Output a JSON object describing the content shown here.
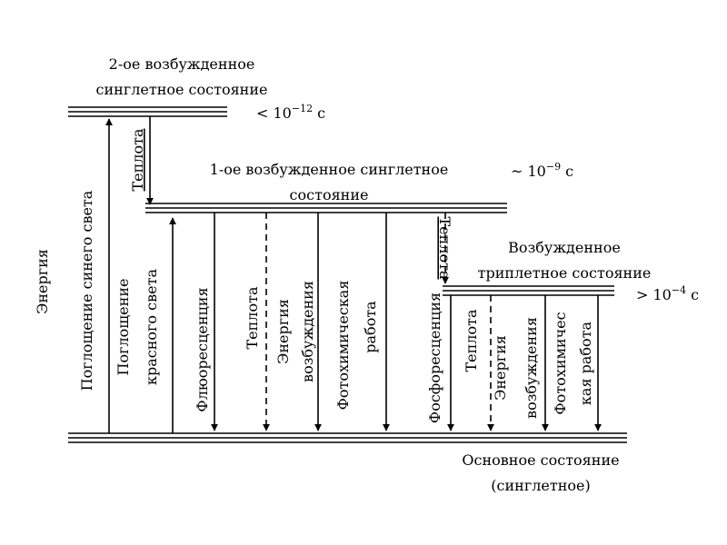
{
  "levels": {
    "s2": {
      "label_line1": "2-ое возбужденное",
      "label_line2": "синглетное состояние",
      "lifetime_prefix": "< 10",
      "lifetime_exp": "−12",
      "lifetime_unit": " с"
    },
    "s1": {
      "label_line1": "1-ое возбужденное синглетное",
      "label_line2": "состояние",
      "lifetime_prefix": "~ 10",
      "lifetime_exp": "−9",
      "lifetime_unit": " с"
    },
    "t1": {
      "label_line1": "Возбужденное",
      "label_line2": "триплетное состояние",
      "lifetime_prefix": "> 10",
      "lifetime_exp": "−4",
      "lifetime_unit": " с"
    },
    "s0": {
      "label_line1": "Основное состояние",
      "label_line2": "(синглетное)"
    }
  },
  "axis_label": "Энергия",
  "transitions": {
    "absorption_blue": "Поглощение синего света",
    "heat_s2_s1": "Теплота",
    "absorption_red_line1": "Поглощение",
    "absorption_red_line2": "красного света",
    "fluorescence": "Флюоресценция",
    "heat_s1_s0": "Теплота",
    "excitation_energy_s1_line1": "Энергия",
    "excitation_energy_s1_line2": "возбуждения",
    "photochem_s1_line1": "Фотохимическая",
    "photochem_s1_line2": "работа",
    "heat_s1_t1": "Теплота",
    "phosphorescence": "Фосфоресценция",
    "heat_t1_s0": "Теплота",
    "excitation_energy_t1_line1": "Энергия",
    "excitation_energy_t1_line2": "возбуждения",
    "photochem_t1_line1": "Фотохимичес",
    "photochem_t1_line2": "кая работа"
  }
}
